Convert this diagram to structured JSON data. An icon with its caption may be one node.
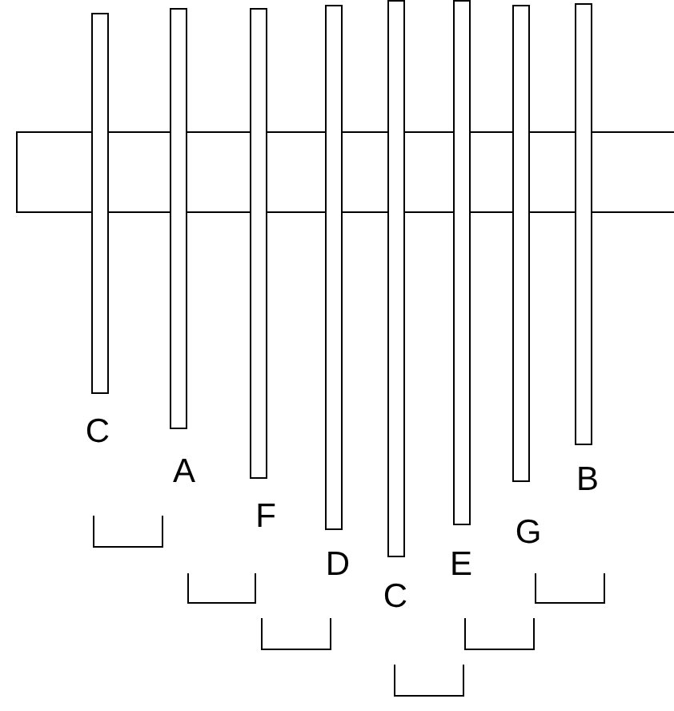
{
  "diagram": {
    "labels": [
      "C",
      "A",
      "F",
      "D",
      "C",
      "E",
      "G",
      "B"
    ]
  }
}
